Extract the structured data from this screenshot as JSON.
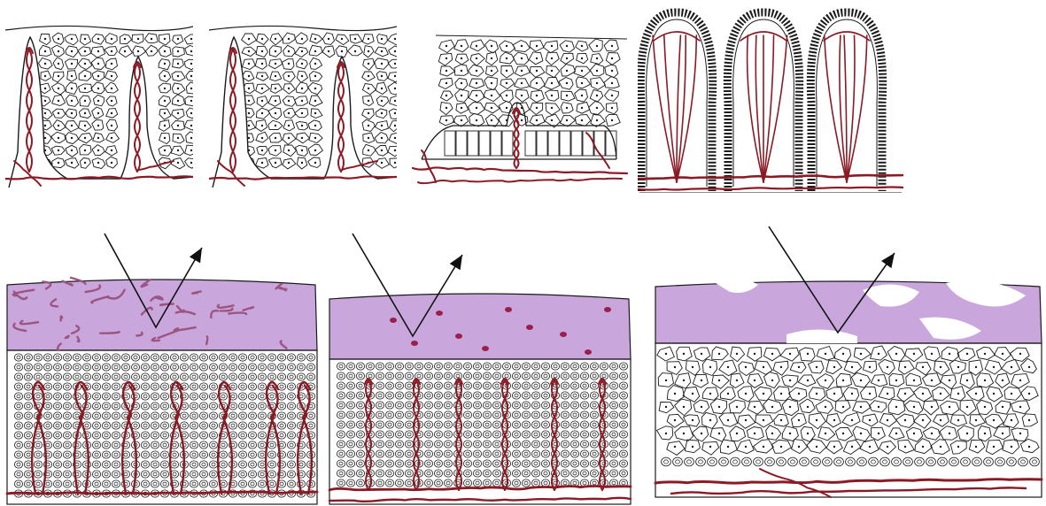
{
  "figure": {
    "colors": {
      "background": "#ffffff",
      "outline": "#1a1a1a",
      "vessel": "#8b1a24",
      "surface": "#c9a7dc",
      "surface_line": "#9b5580",
      "surface_dot": "#9b1f4c",
      "arrow": "#111111"
    },
    "top_row": [
      {
        "panel": "top-1",
        "pattern": "deep-papillae"
      },
      {
        "panel": "top-2",
        "pattern": "deep-papillae"
      },
      {
        "panel": "top-3",
        "pattern": "short-papillae"
      },
      {
        "panel": "top-4",
        "pattern": "folded-villi"
      }
    ],
    "bottom_row": [
      {
        "panel": "bottom-1",
        "surface": "reticular-lines",
        "vessels": "dense-branching-loops"
      },
      {
        "panel": "bottom-2",
        "surface": "punctate-dots",
        "vessels": "straight-loops"
      },
      {
        "panel": "bottom-3",
        "surface": "white-patches",
        "vessels": "basal-only"
      }
    ]
  }
}
